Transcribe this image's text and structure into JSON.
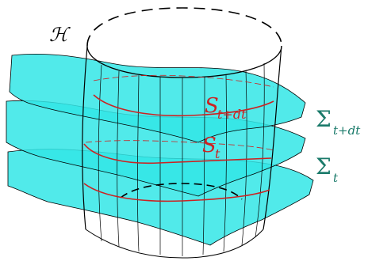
{
  "diagram": {
    "labels": {
      "H": "ℋ",
      "S_next": "S",
      "S_next_sub": "t+dt",
      "S_now": "S",
      "S_now_sub": "t",
      "Sigma_next": "Σ",
      "Sigma_next_sub": "t+dt",
      "Sigma_now": "Σ",
      "Sigma_now_sub": "t"
    },
    "colors": {
      "surface_fill": "#33e6e6",
      "surface_stroke": "#000000",
      "cylinder_stroke": "#000000",
      "slice_curve": "#cc2222",
      "slice_label": "#cc2222",
      "sigma_label": "#1a7a6a",
      "h_label": "#000000"
    }
  }
}
